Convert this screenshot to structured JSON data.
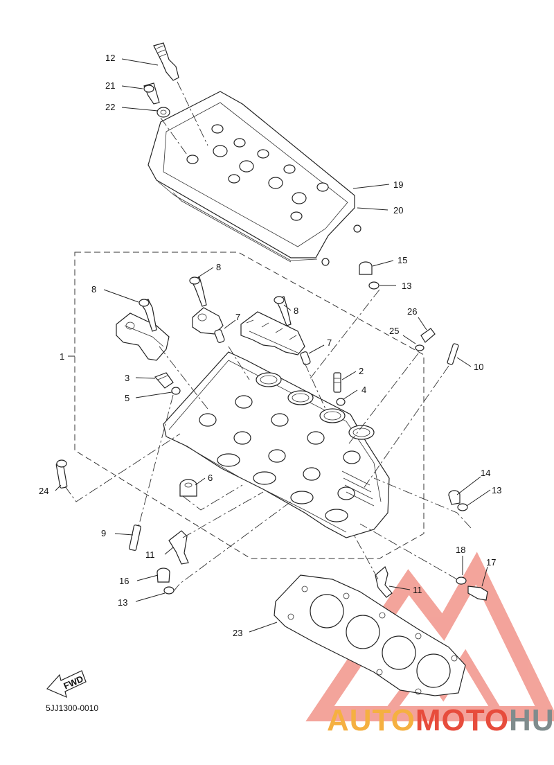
{
  "diagram_code": "5JJ1300-0010",
  "fwd_label": "FWD",
  "labels": {
    "c1": "1",
    "c2": "2",
    "c3": "3",
    "c4": "4",
    "c5": "5",
    "c6": "6",
    "c7a": "7",
    "c7b": "7",
    "c8a": "8",
    "c8b": "8",
    "c8c": "8",
    "c9": "9",
    "c10": "10",
    "c11a": "11",
    "c11b": "11",
    "c12": "12",
    "c13a": "13",
    "c13b": "13",
    "c13c": "13",
    "c14": "14",
    "c15": "15",
    "c16": "16",
    "c17": "17",
    "c18": "18",
    "c19": "19",
    "c20": "20",
    "c21": "21",
    "c22": "22",
    "c23": "23",
    "c24": "24",
    "c25": "25",
    "c26": "26"
  },
  "watermark": {
    "part1": "AUTO",
    "part2": "MOTO",
    "part3": "HUB",
    "colors": {
      "orange": "#f5b041",
      "red": "#e74c3c",
      "gray": "#7f8c8d",
      "triangle": "#f1948a"
    }
  }
}
